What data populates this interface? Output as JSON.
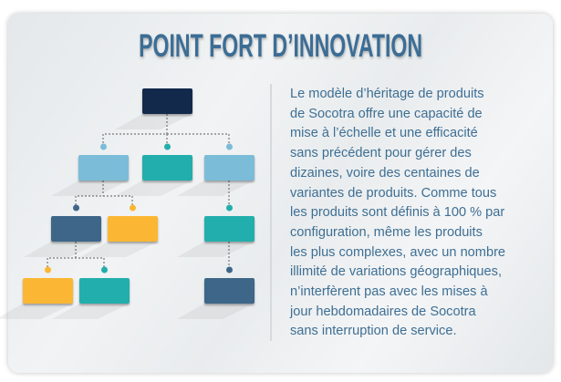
{
  "title": "POINT FORT D’INNOVATION",
  "body_lines": [
    "Le modèle d’héritage de produits",
    "de Socotra offre une capacité de",
    "mise à l’échelle et une efficacité",
    "sans précédent pour gérer des",
    "dizaines, voire des centaines de",
    "variantes de produits. Comme tous",
    "les produits sont définis à 100 % par",
    "configuration, même les produits",
    "les plus complexes, avec un nombre",
    "illimité de variations géographiques,",
    "n’interfèrent pas avec les mises à",
    "jour hebdomadaires de Socotra",
    "sans interruption de service."
  ],
  "colors": {
    "navy": "#13294b",
    "light_blue": "#7bbcd9",
    "teal": "#22aeac",
    "steel_blue": "#3d6689",
    "yellow": "#fbb733",
    "text": "#3e6f94"
  }
}
